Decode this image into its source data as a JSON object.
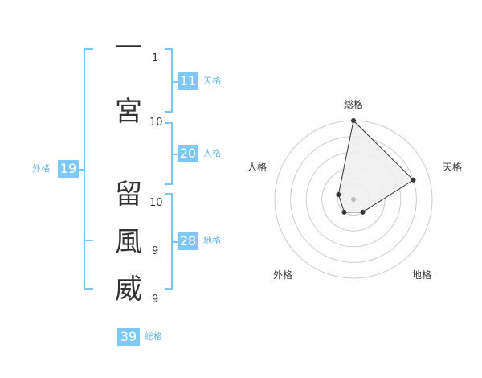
{
  "name_chars": [
    {
      "char": "一",
      "strokes": "1"
    },
    {
      "char": "宮",
      "strokes": "10"
    },
    {
      "char": "留",
      "strokes": "10"
    },
    {
      "char": "風",
      "strokes": "9"
    },
    {
      "char": "威",
      "strokes": "9"
    }
  ],
  "kakusu": {
    "tenkaku": {
      "value": "11",
      "label": "天格"
    },
    "jinkaku": {
      "value": "20",
      "label": "人格"
    },
    "chikaku": {
      "value": "28",
      "label": "地格"
    },
    "gaikaku": {
      "value": "19",
      "label": "外格"
    },
    "soukaku": {
      "value": "39",
      "label": "総格"
    }
  },
  "radar": {
    "axes": [
      "総格",
      "天格",
      "地格",
      "外格",
      "人格"
    ],
    "values": [
      5,
      4,
      1,
      1,
      1
    ],
    "max": 5,
    "colors": {
      "ring": "#cccccc",
      "fill": "#eeeeee",
      "line": "#333333",
      "point": "#333333",
      "center": "#bbbbbb"
    }
  },
  "colors": {
    "accent": "#7fc7f5",
    "bracket": "#7cc4f1"
  }
}
